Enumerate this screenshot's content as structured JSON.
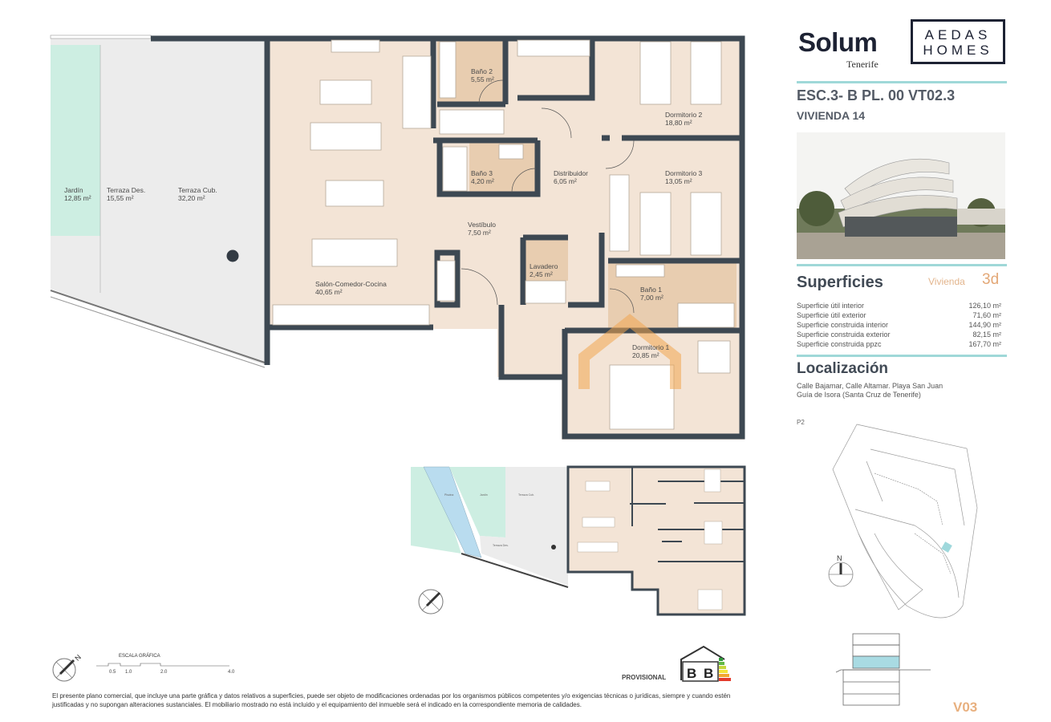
{
  "branding": {
    "solum": "Solum",
    "solum_sub": "Tenerife",
    "aedas_line1": "AEDAS",
    "aedas_line2": "HOMES"
  },
  "unit": {
    "code": "ESC.3- B  PL. 00 VT02.3",
    "name": "VIVIENDA 14"
  },
  "superficies": {
    "title": "Superficies",
    "type_label": "Vivienda",
    "type_value": "3d",
    "rows": [
      {
        "label": "Superficie útil interior",
        "value": "126,10 m²"
      },
      {
        "label": "Superficie útil exterior",
        "value": "71,60 m²"
      },
      {
        "label": "Superficie construida interior",
        "value": "144,90 m²"
      },
      {
        "label": "Superficie construida exterior",
        "value": "82,15 m²"
      },
      {
        "label": "Superficie construida ppzc",
        "value": "167,70 m²"
      }
    ]
  },
  "localizacion": {
    "title": "Localización",
    "line1": "Calle Bajamar, Calle Altamar. Playa San Juan",
    "line2": "Guía de Isora (Santa Cruz de Tenerife)"
  },
  "site_plan": {
    "label": "P2",
    "north": "N"
  },
  "rooms": {
    "jardin": {
      "name": "Jardín",
      "area": "12,85 m²"
    },
    "terraza_des": {
      "name": "Terraza Des.",
      "area": "15,55 m²"
    },
    "terraza_cub": {
      "name": "Terraza Cub.",
      "area": "32,20 m²"
    },
    "salon": {
      "name": "Salón-Comedor-Cocina",
      "area": "40,65 m²"
    },
    "bano2": {
      "name": "Baño 2",
      "area": "5,55 m²"
    },
    "bano3": {
      "name": "Baño 3",
      "area": "4,20 m²"
    },
    "bano1": {
      "name": "Baño 1",
      "area": "7,00 m²"
    },
    "dorm2": {
      "name": "Dormitorio 2",
      "area": "18,80 m²"
    },
    "dorm3": {
      "name": "Dormitorio 3",
      "area": "13,05 m²"
    },
    "dorm1": {
      "name": "Dormitorio 1",
      "area": "20,85 m²"
    },
    "distribuidor": {
      "name": "Distribuidor",
      "area": "6,05 m²"
    },
    "vestibulo": {
      "name": "Vestíbulo",
      "area": "7,50 m²"
    },
    "lavadero": {
      "name": "Lavadero",
      "area": "2,45 m²"
    }
  },
  "mini_plan": {
    "piscina": "Piscina",
    "jardin": "Jardín",
    "terraza_cub": "Terraza Cub.",
    "terraza_des": "Terraza Des."
  },
  "scale": {
    "title": "ESCALA GRÁFICA",
    "ticks": [
      "0.5",
      "1.0",
      "2.0",
      "4.0"
    ],
    "north": "N"
  },
  "energy": {
    "label": "PROVISIONAL",
    "rating1": "B",
    "rating2": "B"
  },
  "disclaimer": "El presente plano comercial, que incluye una parte gráfica y datos relativos a superficies, puede ser objeto de modificaciones ordenadas por los organismos públicos competentes y/o exigencias técnicas o jurídicas, siempre y cuando estén justificadas y no supongan alteraciones sustanciales. El mobiliario mostrado no está incluido y el equipamiento del inmueble será el indicado en la correspondiente memoria de calidades.",
  "sheet": "V03",
  "colors": {
    "wall": "#3d4852",
    "floor": "#f3e4d6",
    "wet": "#e8cdb0",
    "garden": "#cdeee2",
    "terrace": "#ececec",
    "accent": "#9fd8d8",
    "v03": "#e8b07f",
    "watermark": "#f0a650"
  }
}
